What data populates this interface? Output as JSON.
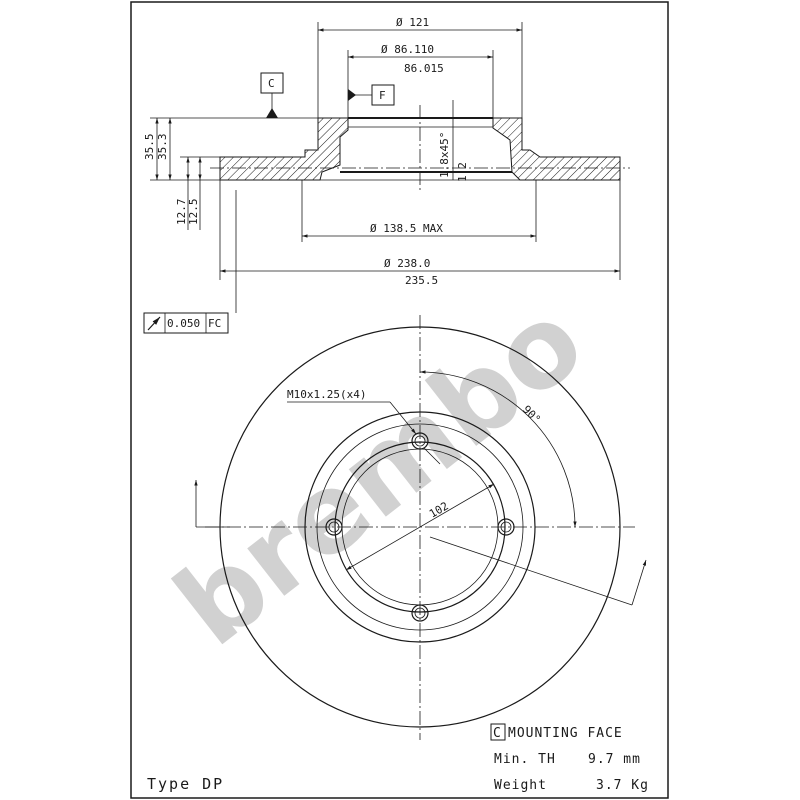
{
  "watermark": "brembo",
  "section_view": {
    "outer_hat_diameter": "Ø 121",
    "pilot_diameter_max": "Ø 86.110",
    "pilot_diameter_min": "86.015",
    "ref_c": "C",
    "ref_f": "F",
    "height_max": "35.5",
    "height_min": "35.3",
    "thickness_max": "12.7",
    "thickness_min": "12.5",
    "chamfer": "1.8x45°",
    "chamfer_2": "1.2",
    "braking_inner_diameter": "Ø 138.5 MAX",
    "outer_diameter_max": "Ø 238.0",
    "outer_diameter_min": "235.5",
    "runout_value": "0.050",
    "runout_ref": "FC"
  },
  "front_view": {
    "thread_label": "M10x1.25(x4)",
    "angle_label": "90°",
    "pcd_label": "102"
  },
  "notes": {
    "mounting_face_ref": "C",
    "mounting_face": "MOUNTING FACE",
    "min_th_label": "Min. TH",
    "min_th_value": "9.7 mm",
    "weight_label": "Weight",
    "weight_value": "3.7 Kg",
    "type": "Type DP"
  }
}
